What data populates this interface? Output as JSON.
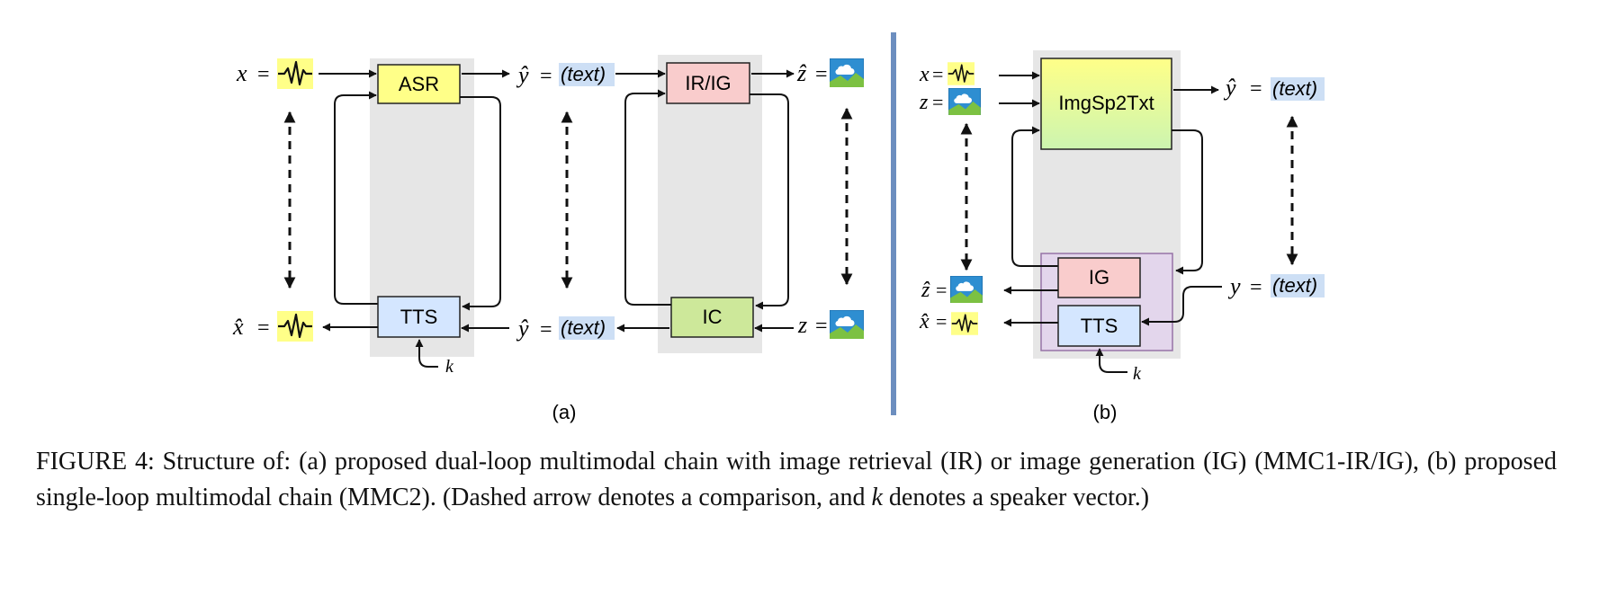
{
  "diagram": {
    "blocks": {
      "asr": "ASR",
      "tts_a": "TTS",
      "irig": "IR/IG",
      "ic": "IC",
      "imgsp2txt": "ImgSp2Txt",
      "ig": "IG",
      "tts_b": "TTS"
    },
    "math": {
      "x": "x",
      "x_hat": "x̂",
      "y_hat": "ŷ",
      "z_hat": "ẑ",
      "y": "y",
      "z": "z",
      "k": "k",
      "eq": "=",
      "text": "(text)"
    },
    "panel_labels": {
      "a": "(a)",
      "b": "(b)"
    },
    "colors": {
      "asr": "#ffff88",
      "tts": "#d4e6ff",
      "irig": "#f9cccc",
      "ic": "#cde89a",
      "imgsp2txt_top": "#ffff88",
      "imgsp2txt_bottom": "#ccf5b0",
      "ig": "#f9cccc",
      "background_gray": "#e6e6e6",
      "purple_box": "#e3d6ec",
      "audio_highlight": "#ffff88",
      "text_highlight": "#cddff5",
      "divider": "#6c8ebf"
    },
    "icons": [
      "waveform-icon",
      "image-icon"
    ]
  },
  "caption": {
    "part1": "FIGURE 4: Structure of: (a) proposed dual-loop multimodal chain with image retrieval (IR) or image generation (IG) (MMC1-IR/IG), (b) proposed single-loop multimodal chain (MMC2). (Dashed arrow denotes a comparison, and ",
    "k": "k",
    "part2": " denotes a speaker vector.)"
  }
}
